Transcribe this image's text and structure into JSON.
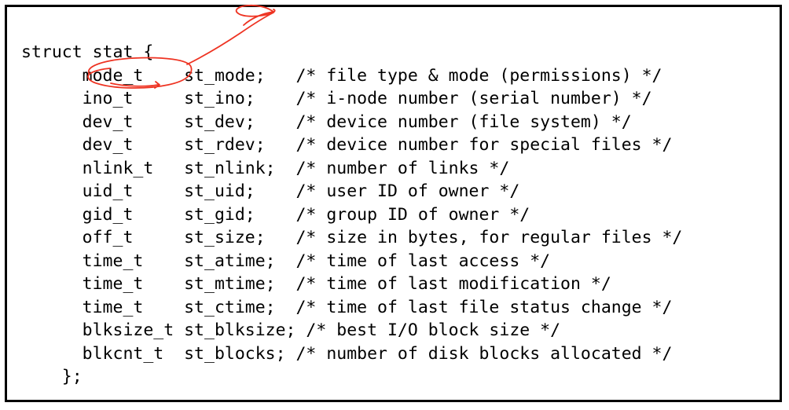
{
  "figure": {
    "title": "struct stat definition",
    "border_color": "#000000",
    "background_color": "#ffffff",
    "text_color": "#000000",
    "annotation_color": "#ee3322"
  },
  "code": {
    "language": "c",
    "lines": [
      "struct stat {",
      "      mode_t    st_mode;   /* file type & mode (permissions) */",
      "      ino_t     st_ino;    /* i-node number (serial number) */",
      "      dev_t     st_dev;    /* device number (file system) */",
      "      dev_t     st_rdev;   /* device number for special files */",
      "      nlink_t   st_nlink;  /* number of links */",
      "      uid_t     st_uid;    /* user ID of owner */",
      "      gid_t     st_gid;    /* group ID of owner */",
      "      off_t     st_size;   /* size in bytes, for regular files */",
      "      time_t    st_atime;  /* time of last access */",
      "      time_t    st_mtime;  /* time of last modification */",
      "      time_t    st_ctime;  /* time of last file status change */",
      "      blksize_t st_blksize; /* best I/O block size */",
      "      blkcnt_t  st_blocks; /* number of disk blocks allocated */",
      "    };"
    ],
    "struct_name": "stat",
    "members": [
      {
        "type": "mode_t",
        "name": "st_mode",
        "comment": "file type & mode (permissions)"
      },
      {
        "type": "ino_t",
        "name": "st_ino",
        "comment": "i-node number (serial number)"
      },
      {
        "type": "dev_t",
        "name": "st_dev",
        "comment": "device number (file system)"
      },
      {
        "type": "dev_t",
        "name": "st_rdev",
        "comment": "device number for special files"
      },
      {
        "type": "nlink_t",
        "name": "st_nlink",
        "comment": "number of links"
      },
      {
        "type": "uid_t",
        "name": "st_uid",
        "comment": "user ID of owner"
      },
      {
        "type": "gid_t",
        "name": "st_gid",
        "comment": "group ID of owner"
      },
      {
        "type": "off_t",
        "name": "st_size",
        "comment": "size in bytes, for regular files"
      },
      {
        "type": "time_t",
        "name": "st_atime",
        "comment": "time of last access"
      },
      {
        "type": "time_t",
        "name": "st_mtime",
        "comment": "time of last modification"
      },
      {
        "type": "time_t",
        "name": "st_ctime",
        "comment": "time of last file status change"
      },
      {
        "type": "blksize_t",
        "name": "st_blksize",
        "comment": "best I/O block size"
      },
      {
        "type": "blkcnt_t",
        "name": "st_blocks",
        "comment": "number of disk blocks allocated"
      }
    ]
  },
  "annotation": {
    "color": "#ee3322",
    "ellipse_target_text": "mode_t",
    "shapes": [
      "ellipse-around-mode_t",
      "curved-arrow-to-top-right",
      "small-loop-at-arrow-head"
    ]
  }
}
